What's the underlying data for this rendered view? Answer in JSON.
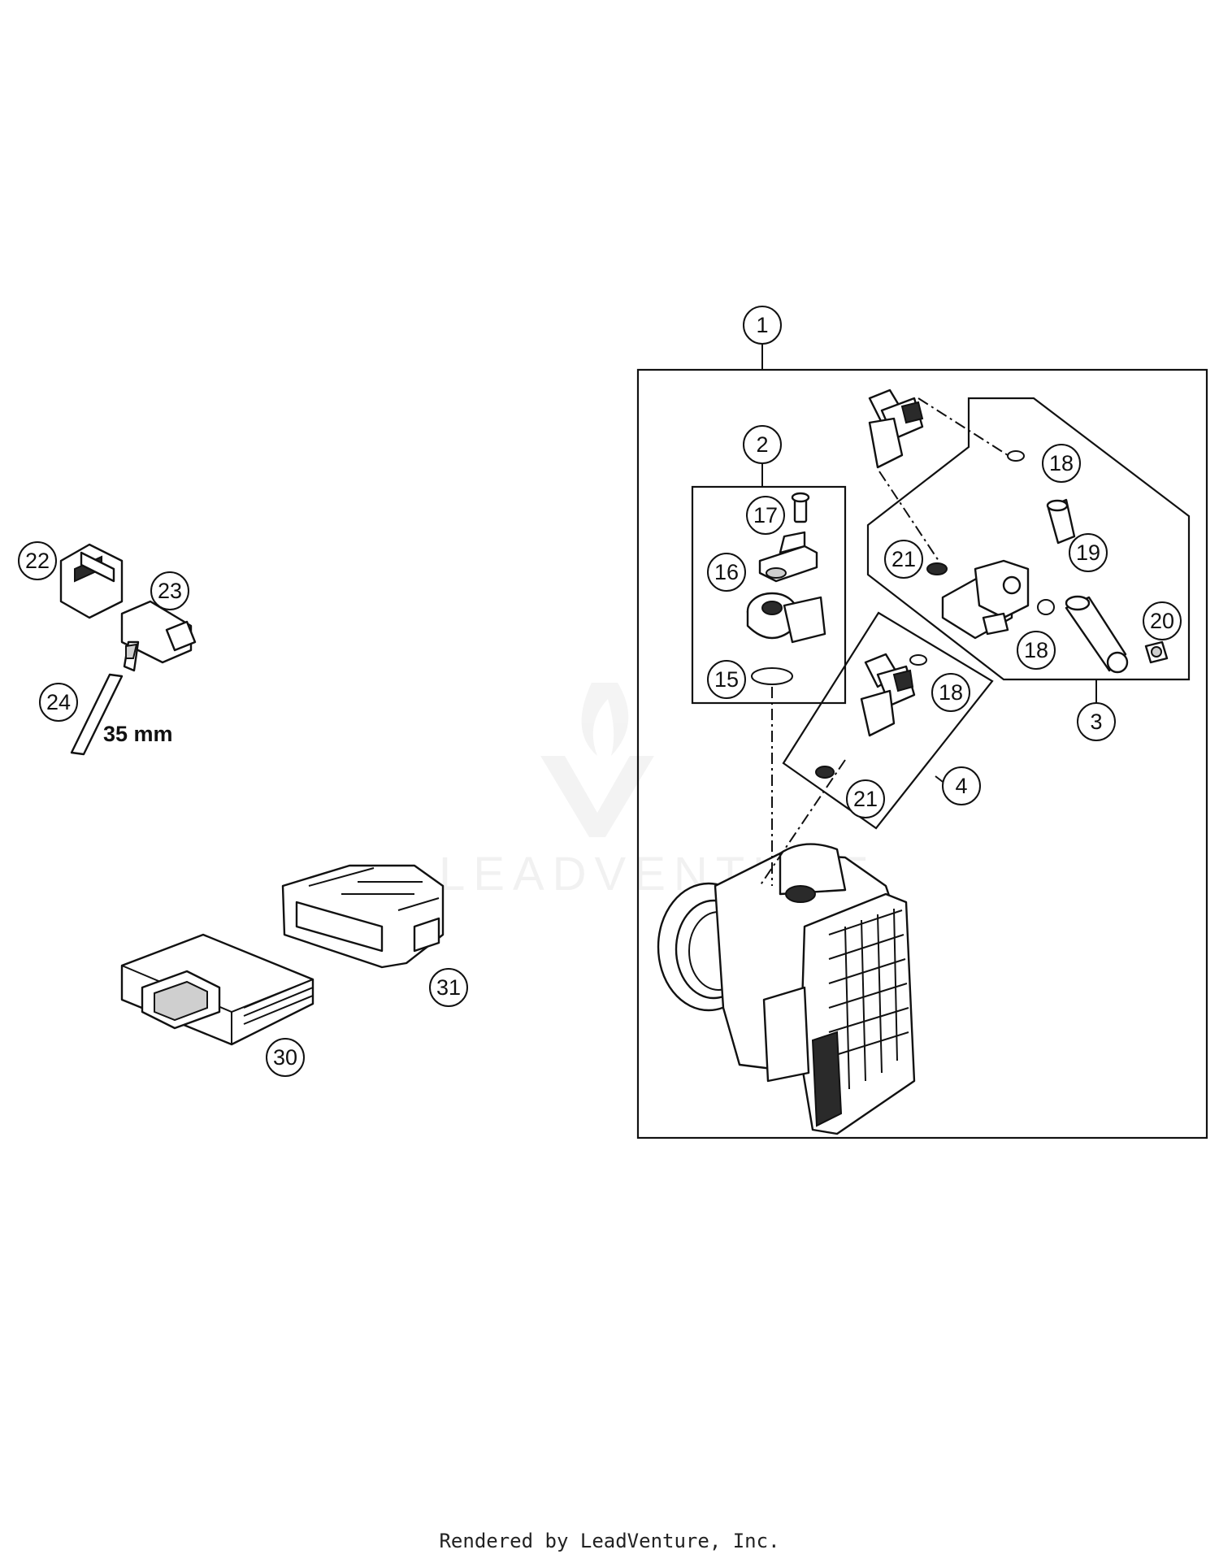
{
  "callouts": [
    "1",
    "2",
    "3",
    "4",
    "15",
    "16",
    "17",
    "18",
    "19",
    "20",
    "21",
    "22",
    "23",
    "24",
    "30",
    "31"
  ],
  "callout_18_b": "18",
  "callout_18_c": "18",
  "callout_21_b": "21",
  "measure_label": "35 mm",
  "watermark_text": "LEADVENTURE",
  "footer_text": "Rendered by LeadVenture, Inc."
}
